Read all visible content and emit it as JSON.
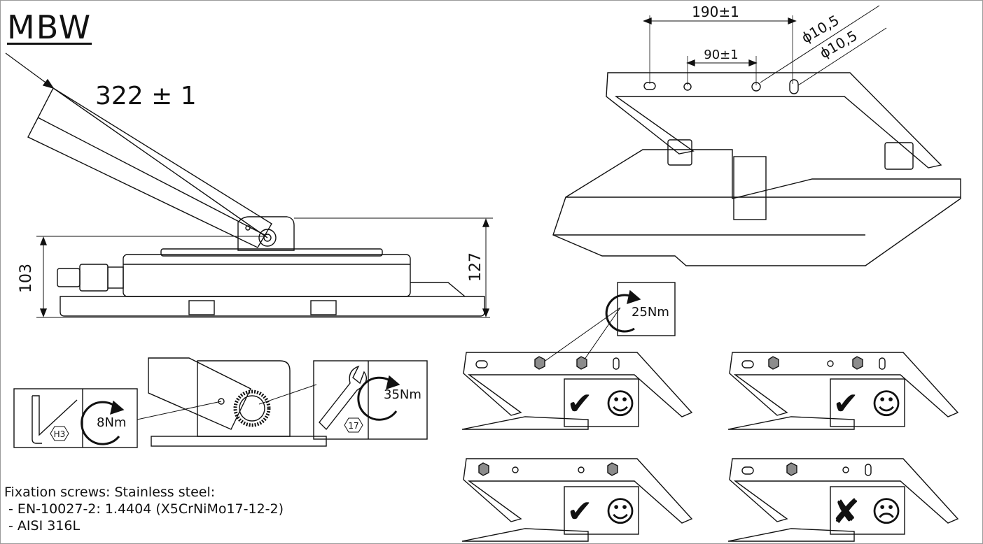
{
  "title": "MBW",
  "dimensions": {
    "length": "322 ± 1",
    "height_low": "103",
    "height_high": "127",
    "hole_spacing_outer": "190±1",
    "hole_spacing_inner": "90±1",
    "hole_diameter_a": "ϕ10,5",
    "hole_diameter_b": "ϕ10,5"
  },
  "torque": {
    "hex_key_size": "H3",
    "hex_key_torque": "8Nm",
    "wrench_size": "17",
    "wrench_torque": "35Nm",
    "bracket_torque": "25Nm"
  },
  "notes": {
    "line1": "Fixation screws: Stainless steel:",
    "line2": " - EN-10027-2: 1.4404 (X5CrNiMo17-12-2)",
    "line3": " - AISI 316L"
  },
  "mounting_options": [
    {
      "status": "ok",
      "mark": "✔",
      "face": "☺"
    },
    {
      "status": "ok",
      "mark": "✔",
      "face": "☺"
    },
    {
      "status": "ok",
      "mark": "✔",
      "face": "☺"
    },
    {
      "status": "not-ok",
      "mark": "✘",
      "face": "☹"
    }
  ],
  "colors": {
    "line": "#111111",
    "bolt": "#8c8c8c",
    "frame": "#9a9a9a"
  }
}
